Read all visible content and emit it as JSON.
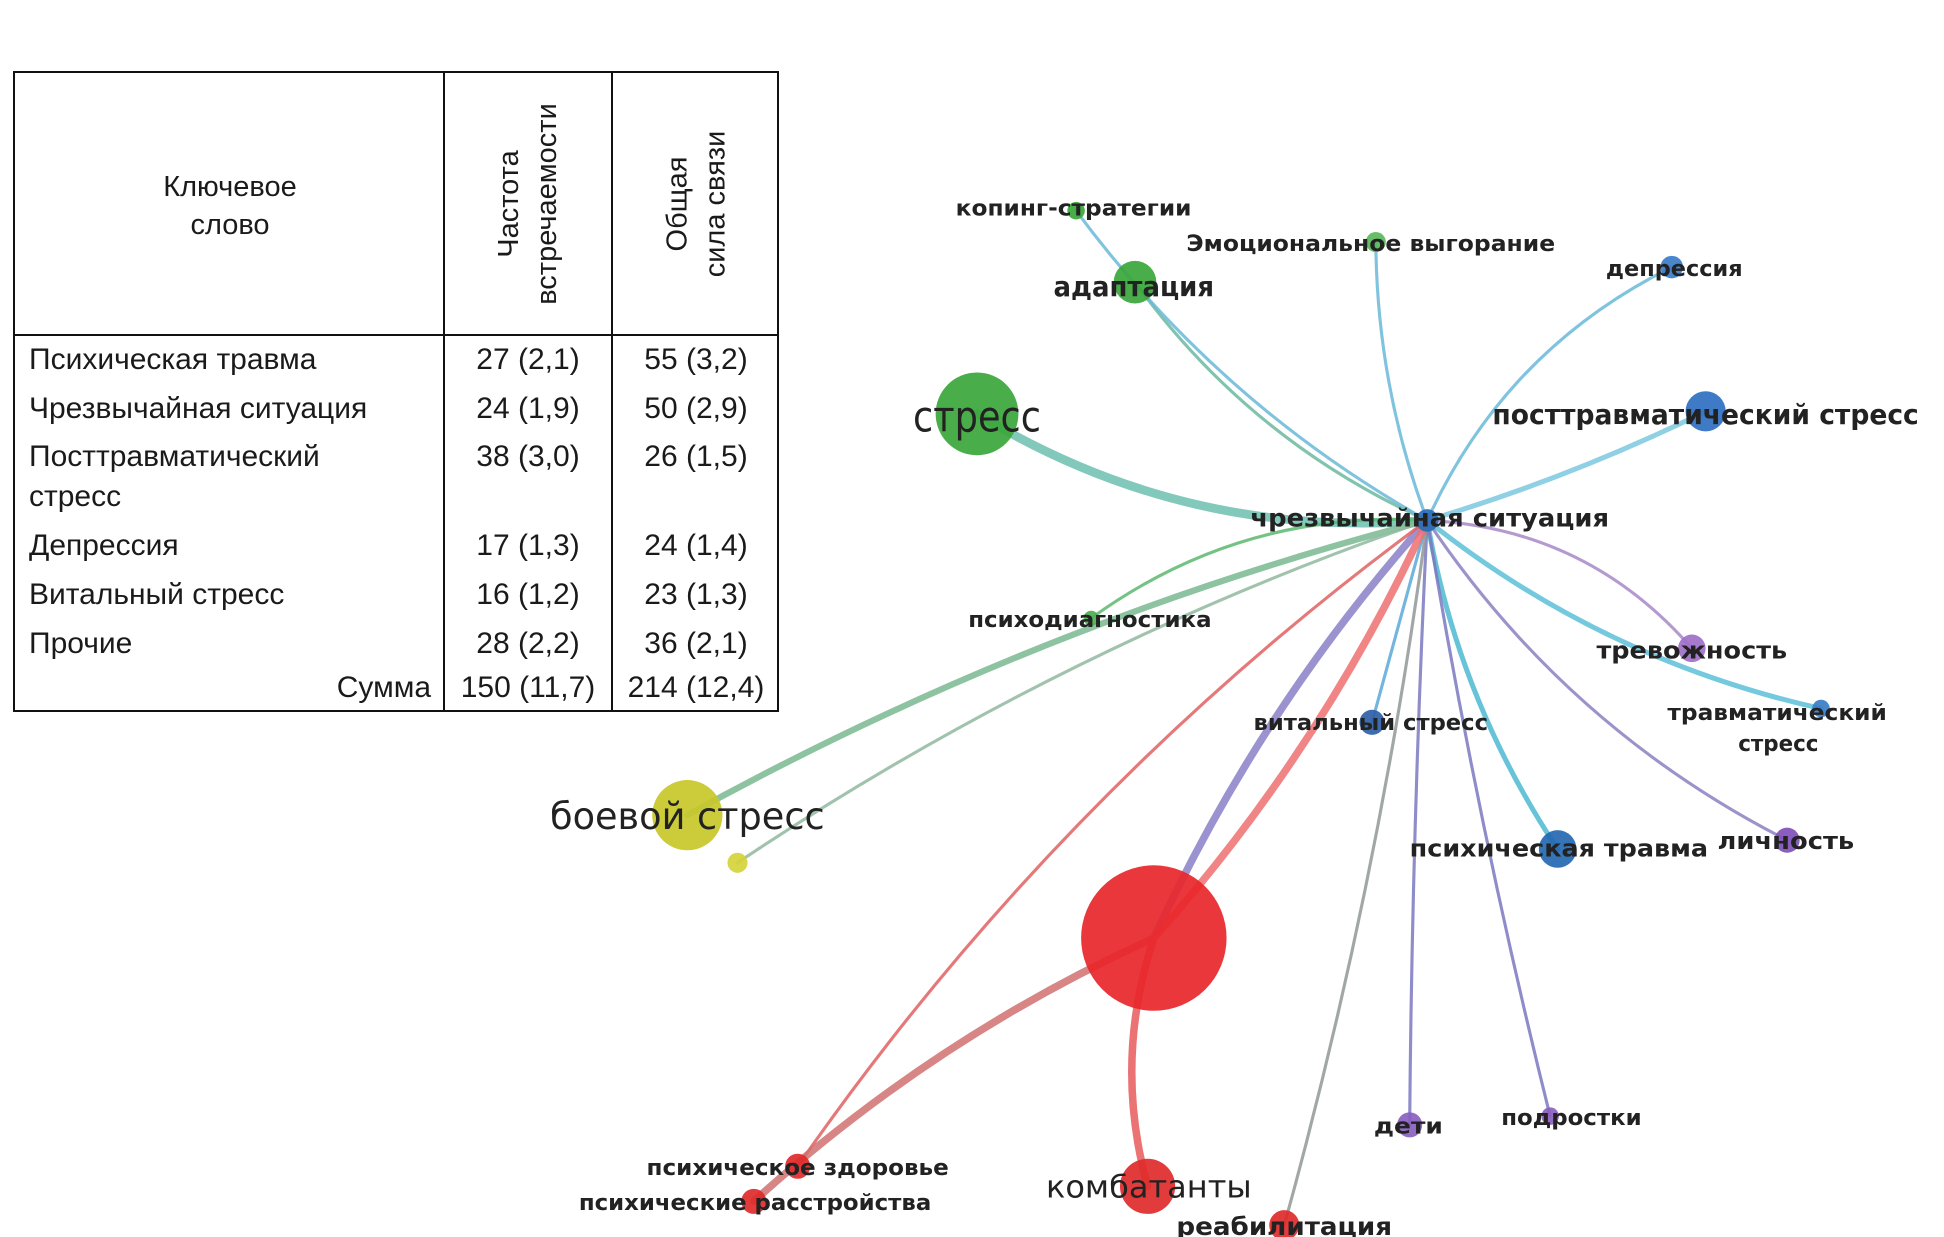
{
  "table": {
    "headers": {
      "keyword": [
        "Ключевое",
        "слово"
      ],
      "frequency": [
        "Частота",
        "встречаемости"
      ],
      "strength": [
        "Общая",
        "сила связи"
      ]
    },
    "rows": [
      {
        "keyword": [
          "Психическая травма"
        ],
        "frequency": "27 (2,1)",
        "strength": "55 (3,2)"
      },
      {
        "keyword": [
          "Чрезвычайная ситуация"
        ],
        "frequency": "24 (1,9)",
        "strength": "50 (2,9)"
      },
      {
        "keyword": [
          "Посттравматический",
          "стресс"
        ],
        "frequency": "38 (3,0)",
        "strength": "26 (1,5)"
      },
      {
        "keyword": [
          "Депрессия"
        ],
        "frequency": "17 (1,3)",
        "strength": "24 (1,4)"
      },
      {
        "keyword": [
          "Витальный стресс"
        ],
        "frequency": "16 (1,2)",
        "strength": "23 (1,3)"
      },
      {
        "keyword": [
          "Прочие"
        ],
        "frequency": "28 (2,2)",
        "strength": "36 (2,1)"
      }
    ],
    "total": {
      "label": "Сумма",
      "frequency": "150 (11,7)",
      "strength": "214 (12,4)"
    }
  },
  "network": {
    "nodes": [
      {
        "id": "hub",
        "label": [
          "чрезвычайная ситуация"
        ],
        "color": "#2a6db5"
      },
      {
        "id": "stress",
        "label": [
          "стресс"
        ],
        "color": "#3aa63a"
      },
      {
        "id": "adapt",
        "label": [
          "адаптация"
        ],
        "color": "#3aa63a"
      },
      {
        "id": "koping",
        "label": [
          "копинг-стратегии"
        ],
        "color": "#3aa63a"
      },
      {
        "id": "emot",
        "label": [
          "Эмоциональное выгорание"
        ],
        "color": "#5bb85b"
      },
      {
        "id": "depr",
        "label": [
          "депрессия"
        ],
        "color": "#3a7cc8"
      },
      {
        "id": "ptsd",
        "label": [
          "посттравматический стресс"
        ],
        "color": "#2e6fc0"
      },
      {
        "id": "psdiag",
        "label": [
          "психодиагностика"
        ],
        "color": "#4caf50"
      },
      {
        "id": "trev",
        "label": [
          "тревожность"
        ],
        "color": "#a070c8"
      },
      {
        "id": "travm",
        "label": [
          "травматический",
          "стресс"
        ],
        "color": "#3a7cc8"
      },
      {
        "id": "vital",
        "label": [
          "витальный стресс"
        ],
        "color": "#2e5fa8"
      },
      {
        "id": "boevoy",
        "label": [
          "боевой стресс"
        ],
        "color": "#c8c82a"
      },
      {
        "id": "small",
        "label": [
          ""
        ],
        "color": "#d4d43a"
      },
      {
        "id": "red",
        "label": [
          ""
        ],
        "color": "#e8262a"
      },
      {
        "id": "ptrauma",
        "label": [
          "психическая травма"
        ],
        "color": "#2468b0"
      },
      {
        "id": "lichn",
        "label": [
          "личность"
        ],
        "color": "#8050b8"
      },
      {
        "id": "deti",
        "label": [
          "дети"
        ],
        "color": "#8a60c0"
      },
      {
        "id": "podr",
        "label": [
          "подростки"
        ],
        "color": "#8a60c0"
      },
      {
        "id": "pzdor",
        "label": [
          "психическое здоровье"
        ],
        "color": "#e02a2a"
      },
      {
        "id": "prasstr",
        "label": [
          "психические расстройства"
        ],
        "color": "#e02a2a"
      },
      {
        "id": "kombat",
        "label": [
          "комбатанты"
        ],
        "color": "#e02a2a"
      },
      {
        "id": "reab",
        "label": [
          "реабилитация"
        ],
        "color": "#e02a2a"
      }
    ],
    "edges": [
      {
        "from": "hub",
        "to": "stress",
        "color": "#6cc0b0"
      },
      {
        "from": "hub",
        "to": "adapt",
        "color": "#6cb8a0"
      },
      {
        "from": "hub",
        "to": "koping",
        "color": "#6ab8d8"
      },
      {
        "from": "hub",
        "to": "emot",
        "color": "#6ab8d8"
      },
      {
        "from": "hub",
        "to": "depr",
        "color": "#6ab8d8"
      },
      {
        "from": "hub",
        "to": "ptsd",
        "color": "#7cc8e0"
      },
      {
        "from": "hub",
        "to": "psdiag",
        "color": "#5cb870"
      },
      {
        "from": "hub",
        "to": "trev",
        "color": "#a888c8"
      },
      {
        "from": "hub",
        "to": "travm",
        "color": "#5cc0d8"
      },
      {
        "from": "hub",
        "to": "vital",
        "color": "#5aa8d8"
      },
      {
        "from": "hub",
        "to": "ptrauma",
        "color": "#4cb8d0"
      },
      {
        "from": "hub",
        "to": "lichn",
        "color": "#8a80c0"
      },
      {
        "from": "hub",
        "to": "deti",
        "color": "#7a78c0"
      },
      {
        "from": "hub",
        "to": "podr",
        "color": "#7a78c0"
      },
      {
        "from": "hub",
        "to": "red",
        "color": "#8a80c8"
      },
      {
        "from": "hub",
        "to": "boevoy",
        "color": "#7ab890"
      },
      {
        "from": "hub",
        "to": "reab",
        "color": "#909898"
      },
      {
        "from": "hub",
        "to": "pzdor",
        "color": "#e06060"
      },
      {
        "from": "hub",
        "to": "small",
        "color": "#90b8a0"
      },
      {
        "from": "red",
        "to": "kombat",
        "color": "#e85a5a"
      },
      {
        "from": "red",
        "to": "prasstr",
        "color": "#d07070"
      },
      {
        "from": "red",
        "to": "hub",
        "color": "#ee7070"
      }
    ]
  }
}
